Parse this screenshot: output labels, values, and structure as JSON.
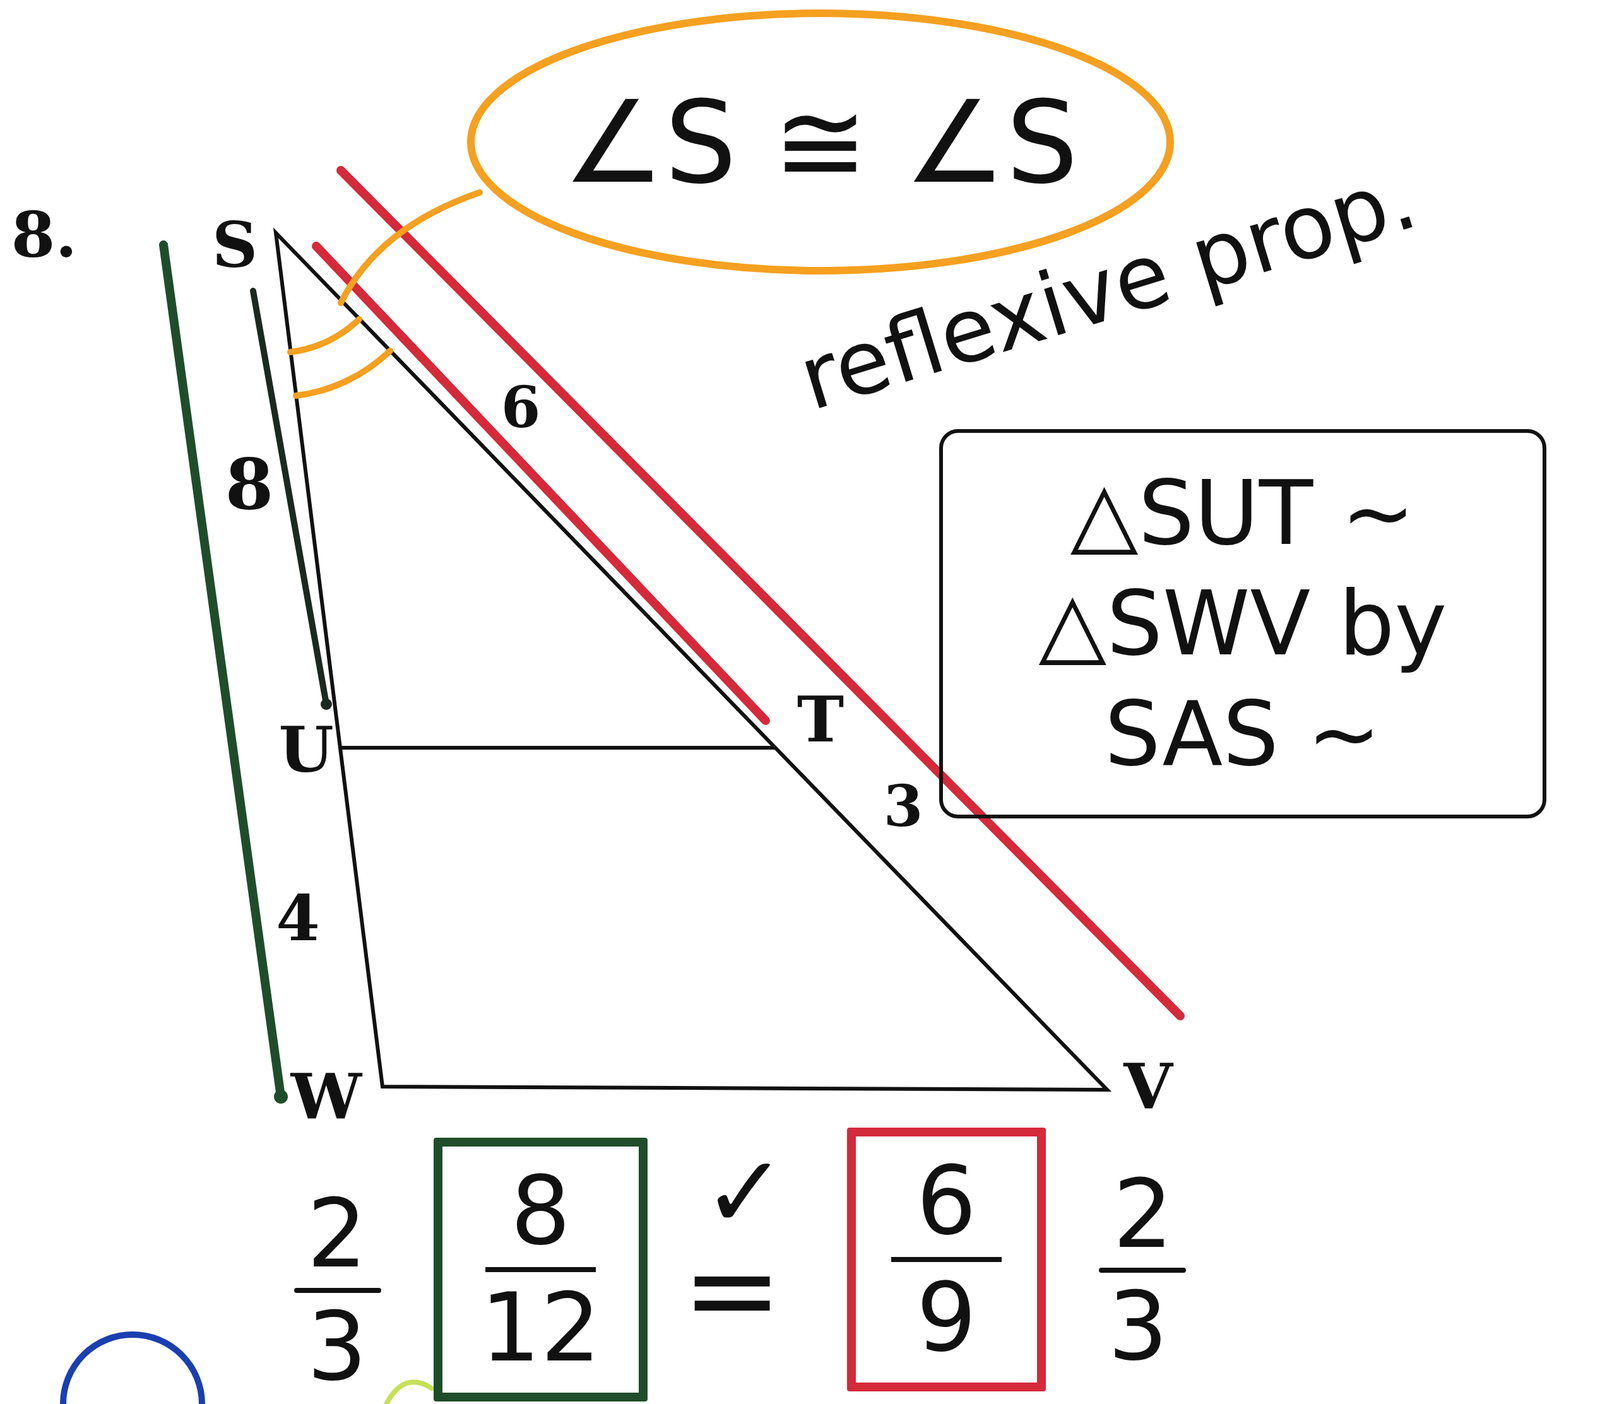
{
  "diagram": {
    "nodes": [
      {
        "text": [
          "∠S ≅ ∠S"
        ]
      },
      {
        "text": [
          "△SUT ~ △SWV by SAS ~"
        ]
      },
      {
        "text": [
          "8",
          "12"
        ]
      },
      {
        "text": [
          "6",
          "9"
        ]
      }
    ],
    "labels": [
      "8.",
      "S",
      "reflexive prop.",
      "6",
      "8",
      "U",
      "T",
      "3",
      "4",
      "W",
      "V",
      "2",
      "3",
      "✓",
      "=",
      "2",
      "3"
    ]
  }
}
